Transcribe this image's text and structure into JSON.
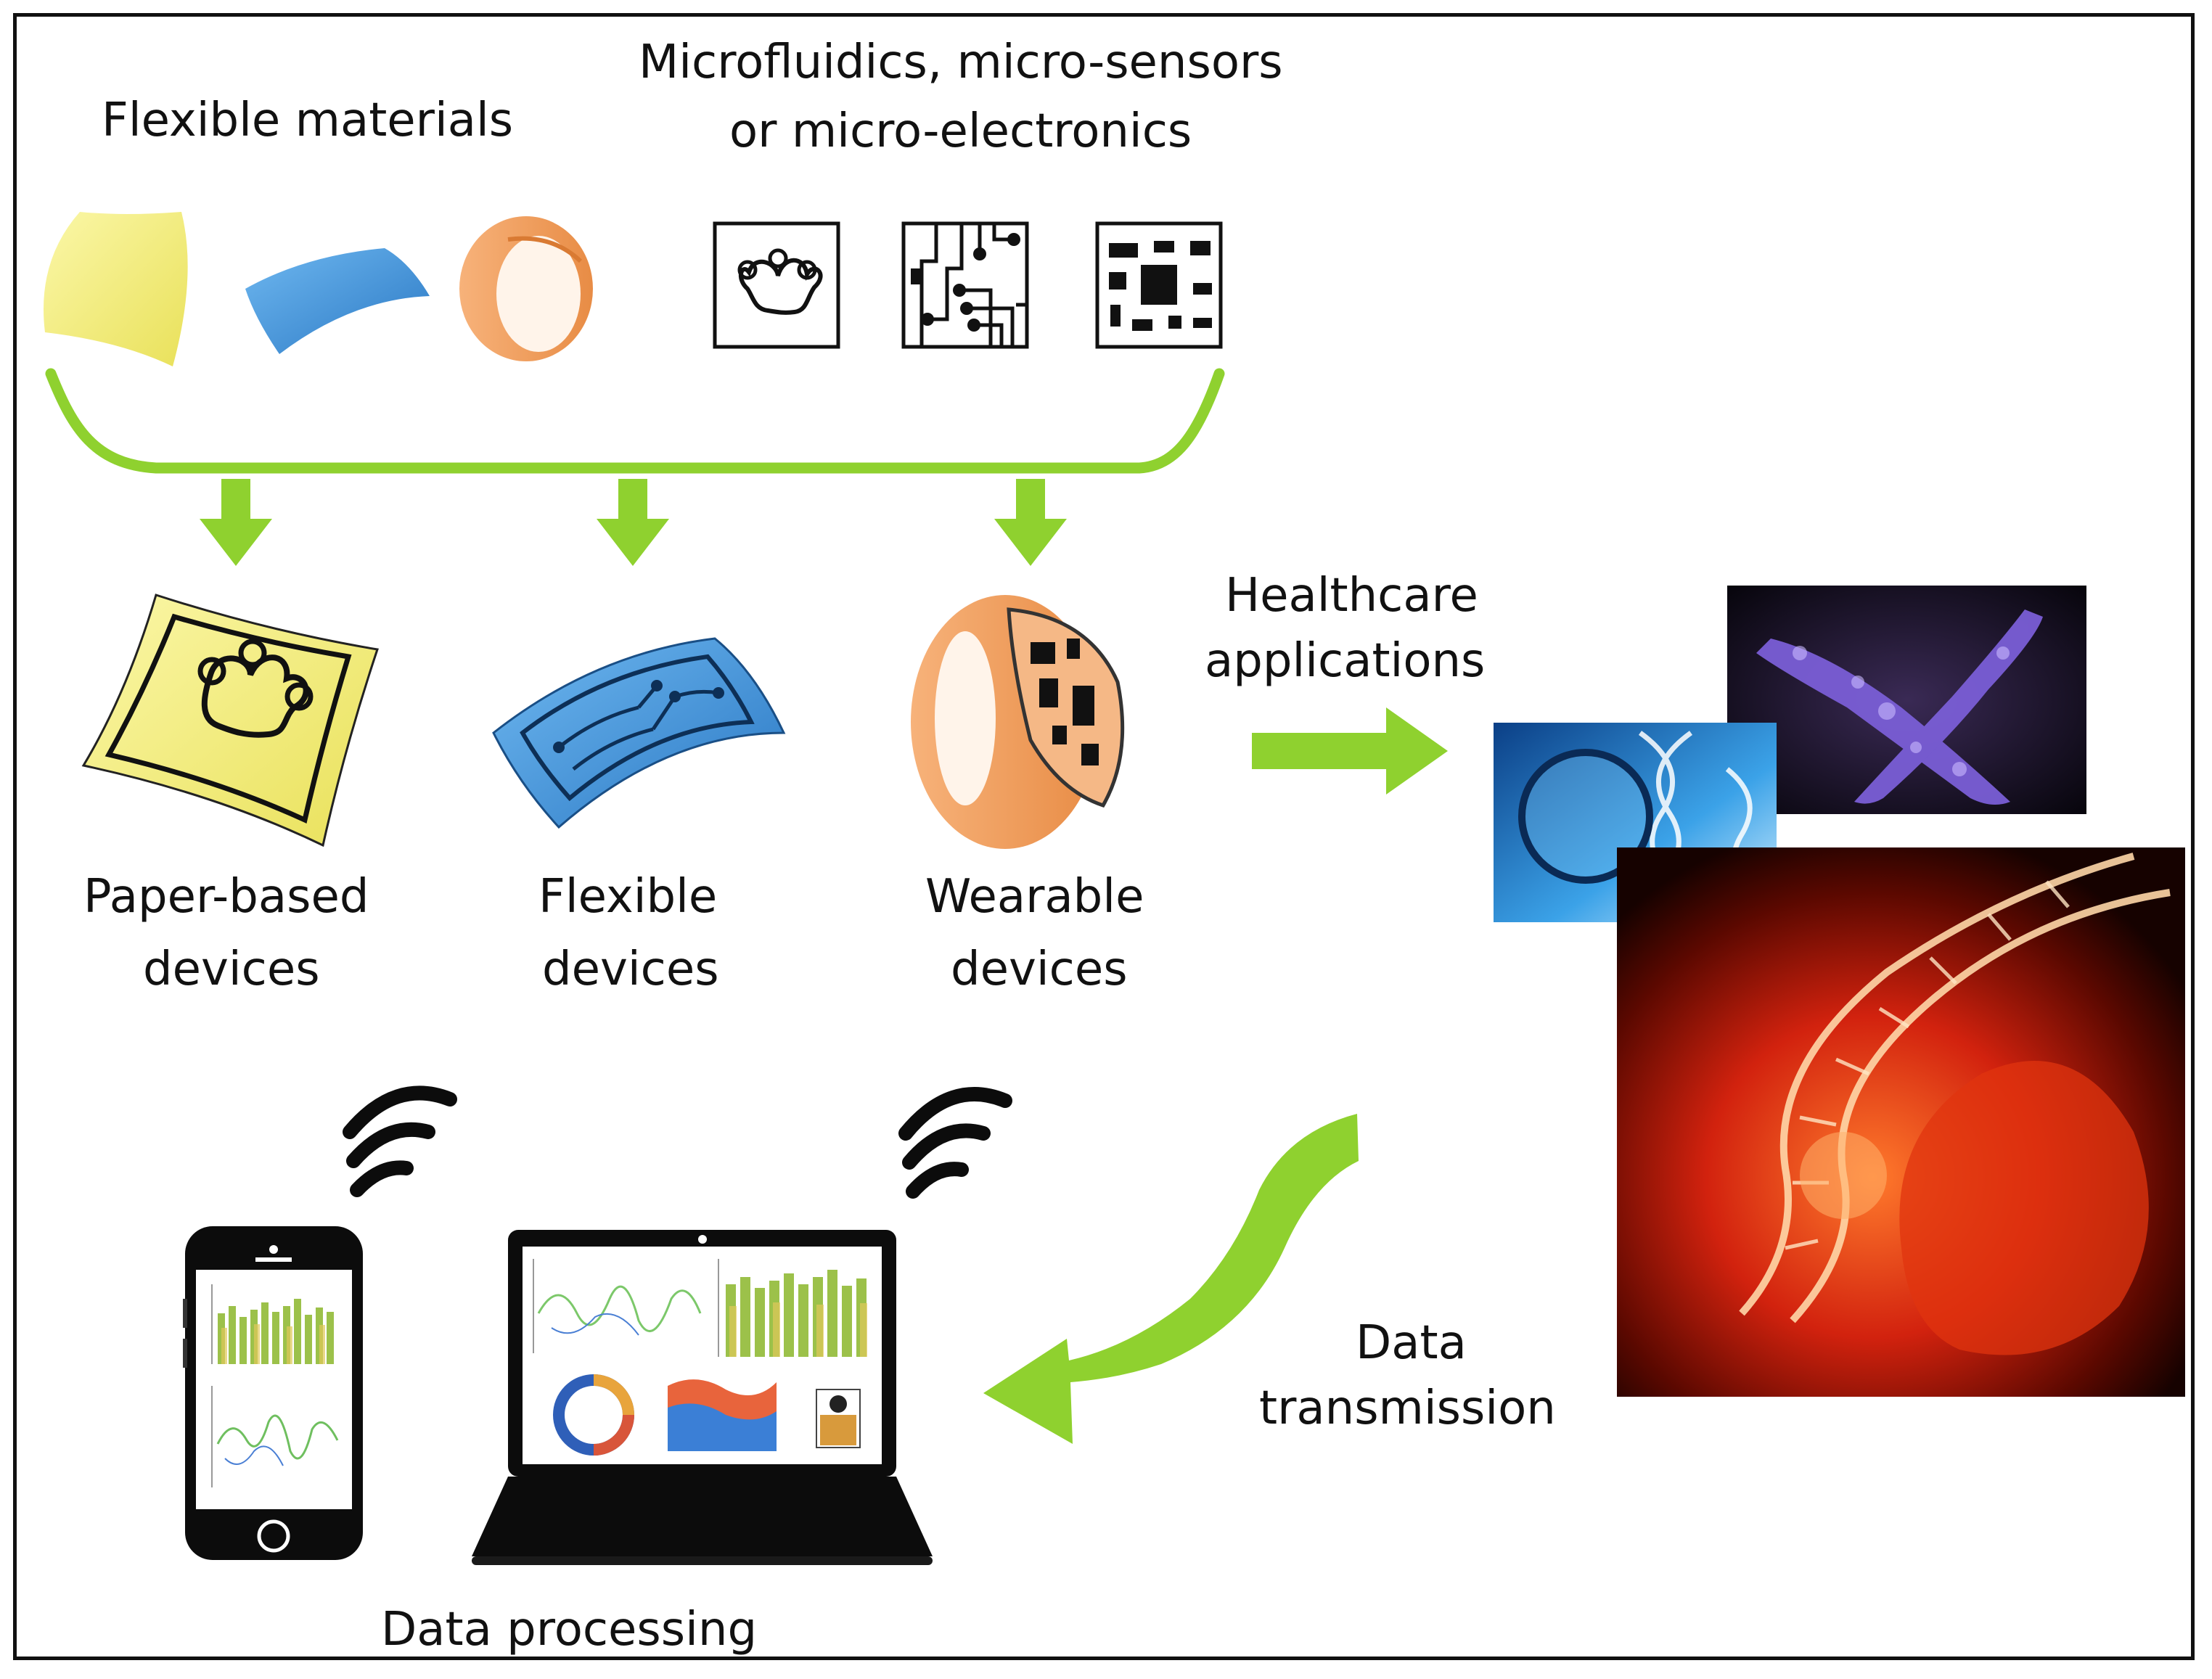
{
  "labels": {
    "flexible_materials": "Flexible materials",
    "micro_line1": "Microfluidics, micro-sensors",
    "micro_line2": "or micro-electronics",
    "paper_line1": "Paper-based",
    "paper_line2": "devices",
    "flex_line1": "Flexible",
    "flex_line2": "devices",
    "wear_line1": "Wearable",
    "wear_line2": "devices",
    "health_line1": "Healthcare",
    "health_line2": "applications",
    "trans_line1": "Data",
    "trans_line2": "transmission",
    "processing": "Data processing"
  },
  "icons": {
    "materials": [
      "yellow-paper-sheet-icon",
      "blue-flexible-film-icon",
      "orange-band-icon"
    ],
    "components": [
      "microfluidic-chip-icon",
      "circuit-board-icon",
      "microelectronics-chip-icon"
    ],
    "devices": [
      "paper-based-device-icon",
      "flexible-device-icon",
      "wearable-device-icon"
    ],
    "health_images": [
      "dna-magnifier-image",
      "chromosome-image",
      "fetus-dna-image"
    ],
    "processing": [
      "smartphone-icon",
      "laptop-icon",
      "wifi-signal-icon"
    ]
  },
  "colors": {
    "arrow_green": "#8fd12f",
    "paper_yellow": "#f3ee7e",
    "film_blue": "#3c92da",
    "band_orange": "#f2a15c",
    "frame": "#111111"
  }
}
